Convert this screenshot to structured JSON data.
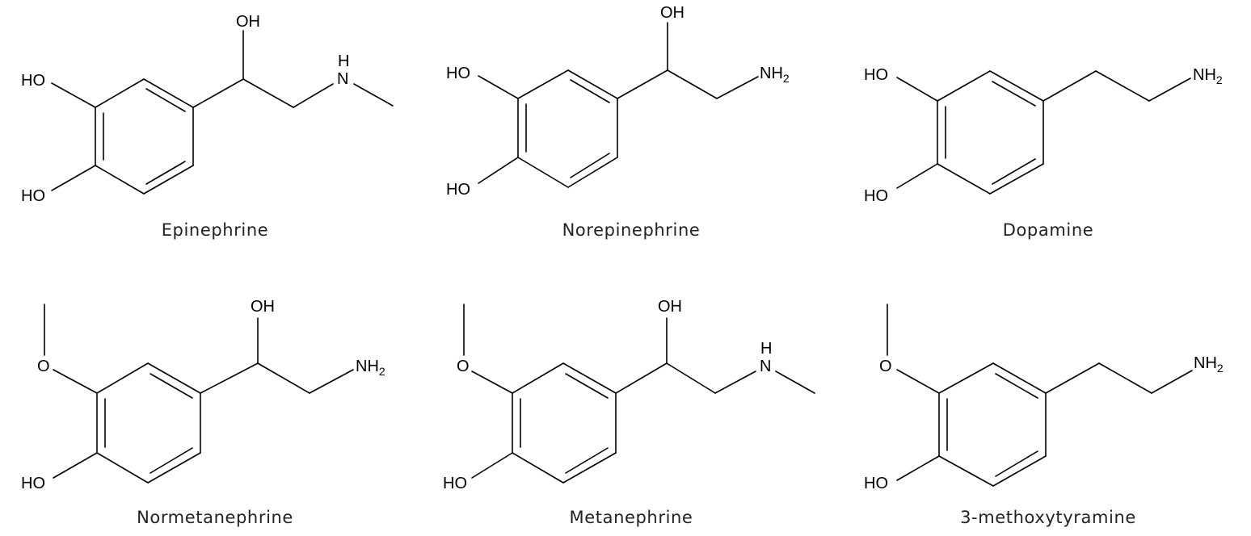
{
  "molecules": [
    {
      "name": "Epinephrine",
      "top": "OH",
      "upper_left": "HO",
      "lower_left": "HO",
      "amine_h": "H",
      "amine": "N",
      "methyl": true
    },
    {
      "name": "Norepinephrine",
      "top": "OH",
      "upper_left": "HO",
      "lower_left": "HO",
      "amine": "NH",
      "amine_sub": "2"
    },
    {
      "name": "Dopamine",
      "upper_left": "HO",
      "lower_left": "HO",
      "amine": "NH",
      "amine_sub": "2"
    },
    {
      "name": "Normetanephrine",
      "top": "OH",
      "methoxy_o": "O",
      "lower_left": "HO",
      "amine": "NH",
      "amine_sub": "2"
    },
    {
      "name": "Metanephrine",
      "top": "OH",
      "methoxy_o": "O",
      "lower_left": "HO",
      "amine_h": "H",
      "amine": "N",
      "methyl": true
    },
    {
      "name": "3-methoxytyramine",
      "methoxy_o": "O",
      "lower_left": "HO",
      "amine": "NH",
      "amine_sub": "2"
    }
  ]
}
